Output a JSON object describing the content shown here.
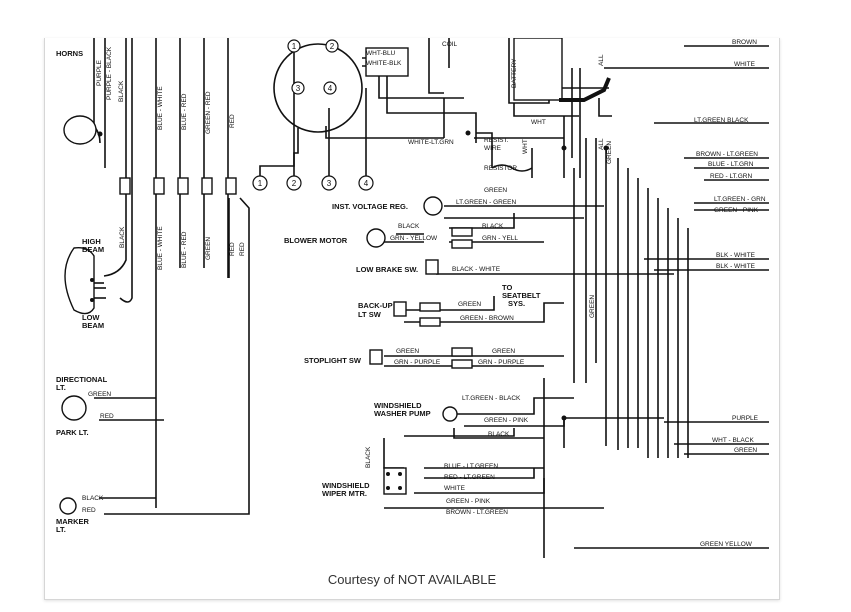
{
  "caption": "Courtesy of NOT AVAILABLE",
  "left_components": {
    "horns": "HORNS",
    "high_beam_1": "HIGH",
    "high_beam_2": "BEAM",
    "low_beam_1": "LOW",
    "low_beam_2": "BEAM",
    "directional_1": "DIRECTIONAL",
    "directional_2": "LT.",
    "park": "PARK LT.",
    "marker_1": "MARKER",
    "marker_2": "LT."
  },
  "left_wires": {
    "purple": "PURPLE",
    "purple_black": "PURPLE - BLACK",
    "black_top": "BLACK",
    "blue_white": "BLUE - WHITE",
    "blue_red": "BLUE - RED",
    "green_red": "GREEN - RED",
    "red": "RED",
    "black_mid": "BLACK",
    "blue_white_low": "BLUE - WHITE",
    "blue_red_low": "BLUE - RED",
    "green_low": "GREEN",
    "red_low": "RED",
    "red_low2": "RED",
    "dir_green": "GREEN",
    "dir_red": "RED",
    "marker_black": "BLACK",
    "marker_red": "RED"
  },
  "connector_numbers": [
    "1",
    "2",
    "3",
    "4"
  ],
  "top_components": {
    "coil": "COIL",
    "battery": "BATTERY",
    "all_left": "ALL",
    "all_right": "ALL",
    "green_vertical": "GREEN",
    "white_blu": "WHT-BLU",
    "white_blk": "WHITE-BLK",
    "white_ltgrn": "WHITE-LT.GRN",
    "resist_1": "RESIST.",
    "resist_2": "WIRE",
    "resistor": "RESISTOR",
    "wht": "WHT",
    "wht2": "WHT"
  },
  "middle_components": {
    "inst_voltage": "INST. VOLTAGE REG.",
    "blower": "BLOWER MOTOR",
    "low_brake": "LOW BRAKE SW.",
    "backup_1": "BACK-UP",
    "backup_2": "LT SW",
    "seatbelt_1": "TO",
    "seatbelt_2": "SEATBELT",
    "seatbelt_3": "SYS.",
    "stoplight": "STOPLIGHT SW",
    "washer_1": "WINDSHIELD",
    "washer_2": "WASHER PUMP",
    "wiper_1": "WINDSHIELD",
    "wiper_2": "WIPER MTR."
  },
  "middle_wires": {
    "green_reg": "GREEN",
    "ltgreen_green": "LT.GREEN - GREEN",
    "black_blower": "BLACK",
    "black_blower2": "BLACK",
    "grn_yellow": "GRN - YELLOW",
    "grn_yell": "GRN - YELL",
    "black_white_brake": "BLACK - WHITE",
    "green_backup": "GREEN",
    "green_brown": "GREEN - BROWN",
    "green_stop": "GREEN",
    "green_stop2": "GREEN",
    "green_purple": "GRN - PURPLE",
    "grn_purple": "GRN - PURPLE",
    "ltgreen_black": "LT.GREEN - BLACK",
    "green_pink": "GREEN - PINK",
    "black_wiper": "BLACK",
    "black_vertical": "BLACK",
    "blue_ltgreen": "BLUE - LT.GREEN",
    "red_ltgreen": "RED - LT.GREEN",
    "white": "WHITE",
    "green_pink2": "GREEN - PINK",
    "brown_ltgreen": "BROWN - LT.GREEN",
    "green_vertical2": "GREEN"
  },
  "right_wires": {
    "brown": "BROWN",
    "white": "WHITE",
    "ltgreen_black": "LT.GREEN  BLACK",
    "brown_ltgrn": "BROWN - LT.GREEN",
    "blue_ltgrn": "BLUE - LT.GRN",
    "red_ltgrn": "RED - LT.GRN",
    "ltgreen_grn": "LT.GREEN - GRN",
    "green_pink": "GREEN - PINK",
    "blk_white_1": "BLK - WHITE",
    "blk_white_2": "BLK - WHITE",
    "purple": "PURPLE",
    "wht_black": "WHT - BLACK",
    "green": "GREEN",
    "green_yellow": "GREEN YELLOW"
  }
}
